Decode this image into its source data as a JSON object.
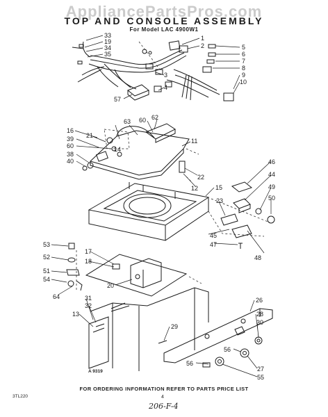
{
  "watermark": "AppliancePartsPros.com",
  "header": {
    "title": "TOP AND CONSOLE ASSEMBLY",
    "subtitle": "For Model LAC 4900W1"
  },
  "figure_number": "A 9319",
  "footer": {
    "order_note": "FOR ORDERING INFORMATION REFER TO PARTS PRICE LIST",
    "page_number": "4",
    "print_code": "3TL220",
    "handwritten_note": "206-F-4"
  },
  "callouts": [
    "33",
    "19",
    "34",
    "35",
    "1",
    "2",
    "5",
    "6",
    "7",
    "8",
    "9",
    "10",
    "3",
    "57",
    "4",
    "62",
    "63",
    "60",
    "16",
    "21",
    "39",
    "60",
    "14",
    "38",
    "40",
    "11",
    "22",
    "12",
    "15",
    "46",
    "44",
    "49",
    "50",
    "23",
    "45",
    "47",
    "48",
    "53",
    "52",
    "51",
    "54",
    "64",
    "17",
    "18",
    "20",
    "31",
    "32",
    "13",
    "26",
    "28",
    "30",
    "29",
    "56",
    "56",
    "27",
    "55"
  ],
  "line_color": "#1a1a1a",
  "paper_color": "#ffffff"
}
